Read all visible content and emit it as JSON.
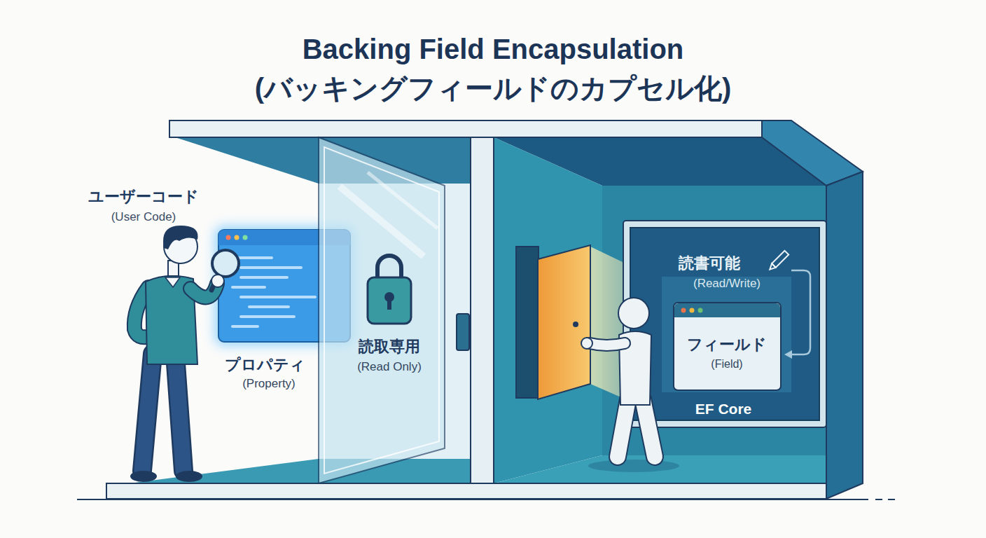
{
  "diagram": {
    "title": "Backing Field Encapsulation (バッキングフィールドのカプセル化)",
    "nodes": [
      {
        "text": [
          "プロパティ",
          "(Property)"
        ]
      },
      {
        "text": [
          "読取専用",
          "(Read Only)"
        ]
      },
      {
        "text": [
          "読書可能",
          "(Read/Write)",
          "EF Core"
        ]
      },
      {
        "text": [
          "フィールド",
          "(Field)"
        ],
        "in": 2
      }
    ],
    "labels": [
      "ユーザーコード",
      "(User Code)"
    ]
  }
}
